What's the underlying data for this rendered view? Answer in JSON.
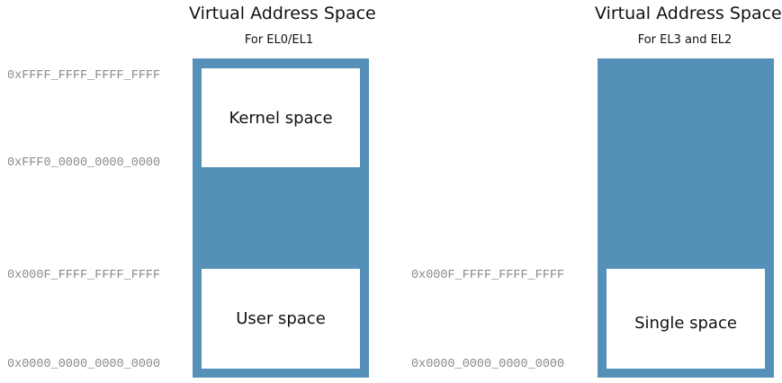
{
  "left_diagram": {
    "title": "Virtual Address Space",
    "subtitle": "For EL0/EL1",
    "addresses": {
      "top": "0xFFFF_FFFF_FFFF_FFFF",
      "kernel_bottom": "0xFFF0_0000_0000_0000",
      "user_top": "0x000F_FFFF_FFFF_FFFF",
      "bottom": "0x0000_0000_0000_0000"
    },
    "regions": {
      "upper": "Kernel space",
      "lower": "User space"
    }
  },
  "right_diagram": {
    "title": "Virtual Address Space",
    "subtitle": "For EL3 and EL2",
    "addresses": {
      "region_top": "0x000F_FFFF_FFFF_FFFF",
      "bottom": "0x0000_0000_0000_0000"
    },
    "regions": {
      "single": "Single space"
    }
  },
  "colors": {
    "address_space_fill": "#5590b9",
    "region_fill": "#ffffff",
    "address_text": "#8a8a8a"
  }
}
